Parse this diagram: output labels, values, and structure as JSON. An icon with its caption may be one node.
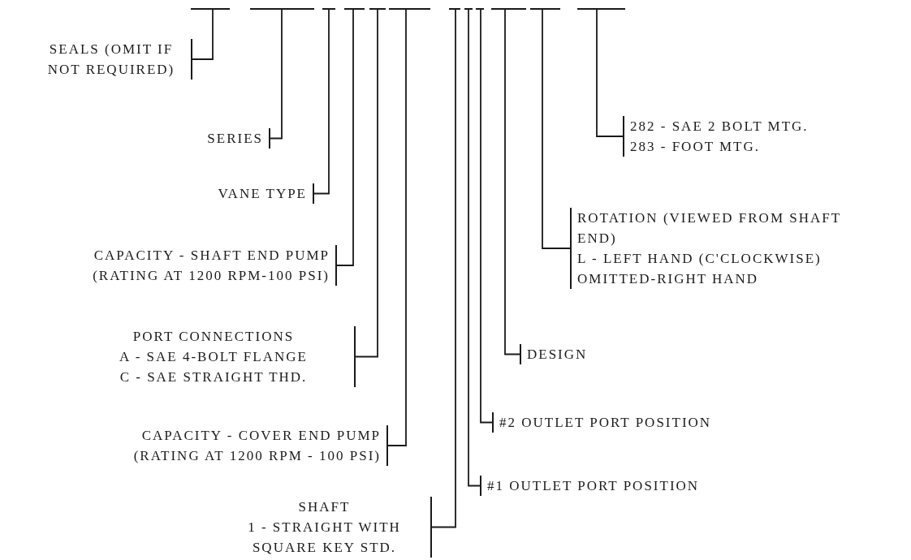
{
  "diagram": {
    "nodes": [
      {
        "text": [],
        "shape": "bar"
      },
      {
        "text": [],
        "shape": "bar"
      },
      {
        "text": [],
        "shape": "bar"
      },
      {
        "text": [],
        "shape": "bar"
      },
      {
        "text": [],
        "shape": "bar"
      },
      {
        "text": [],
        "shape": "bar"
      },
      {
        "text": [],
        "shape": "bar"
      },
      {
        "text": [],
        "shape": "bar"
      },
      {
        "text": [],
        "shape": "bar"
      },
      {
        "text": [],
        "shape": "bar"
      },
      {
        "text": [],
        "shape": "bar"
      },
      {
        "text": [],
        "shape": "bar"
      },
      {
        "text": [
          "SEALS (OMIT IF NOT REQUIRED)"
        ]
      },
      {
        "text": [
          "SERIES"
        ]
      },
      {
        "text": [
          "VANE TYPE"
        ]
      },
      {
        "text": [
          "CAPACITY - SHAFT END PUMP",
          "(RATING AT 1200 RPM-100 PSI)"
        ]
      },
      {
        "text": [
          "PORT CONNECTIONS",
          "A - SAE 4-BOLT FLANGE",
          "C - SAE STRAIGHT THD."
        ]
      },
      {
        "text": [
          "CAPACITY - COVER END PUMP",
          "(RATING AT 1200 RPM - 100 PSI)"
        ]
      },
      {
        "text": [
          "SHAFT",
          "1 - STRAIGHT WITH SQUARE KEY STD."
        ]
      },
      {
        "text": [
          "282 - SAE 2 BOLT MTG.",
          "283 - FOOT MTG."
        ]
      },
      {
        "text": [
          "ROTATION (VIEWED FROM SHAFT END)",
          "L - LEFT HAND (C'CLOCKWISE)",
          "OMITTED-RIGHT HAND"
        ]
      },
      {
        "text": [
          "DESIGN"
        ]
      },
      {
        "text": [
          "#2 OUTLET PORT POSITION"
        ]
      },
      {
        "text": [
          "#1 OUTLET PORT POSITION"
        ]
      }
    ],
    "edges": [
      {
        "from": 12,
        "to": 0,
        "arrow": "none"
      },
      {
        "from": 13,
        "to": 1,
        "arrow": "none"
      },
      {
        "from": 14,
        "to": 2,
        "arrow": "none"
      },
      {
        "from": 15,
        "to": 3,
        "arrow": "none"
      },
      {
        "from": 16,
        "to": 4,
        "arrow": "none"
      },
      {
        "from": 17,
        "to": 5,
        "arrow": "none"
      },
      {
        "from": 18,
        "to": 6,
        "arrow": "none"
      },
      {
        "from": 19,
        "to": 11,
        "arrow": "none"
      },
      {
        "from": 20,
        "to": 10,
        "arrow": "none"
      },
      {
        "from": 21,
        "to": 9,
        "arrow": "none"
      },
      {
        "from": 22,
        "to": 8,
        "arrow": "none"
      },
      {
        "from": 23,
        "to": 7,
        "arrow": "none"
      }
    ]
  }
}
